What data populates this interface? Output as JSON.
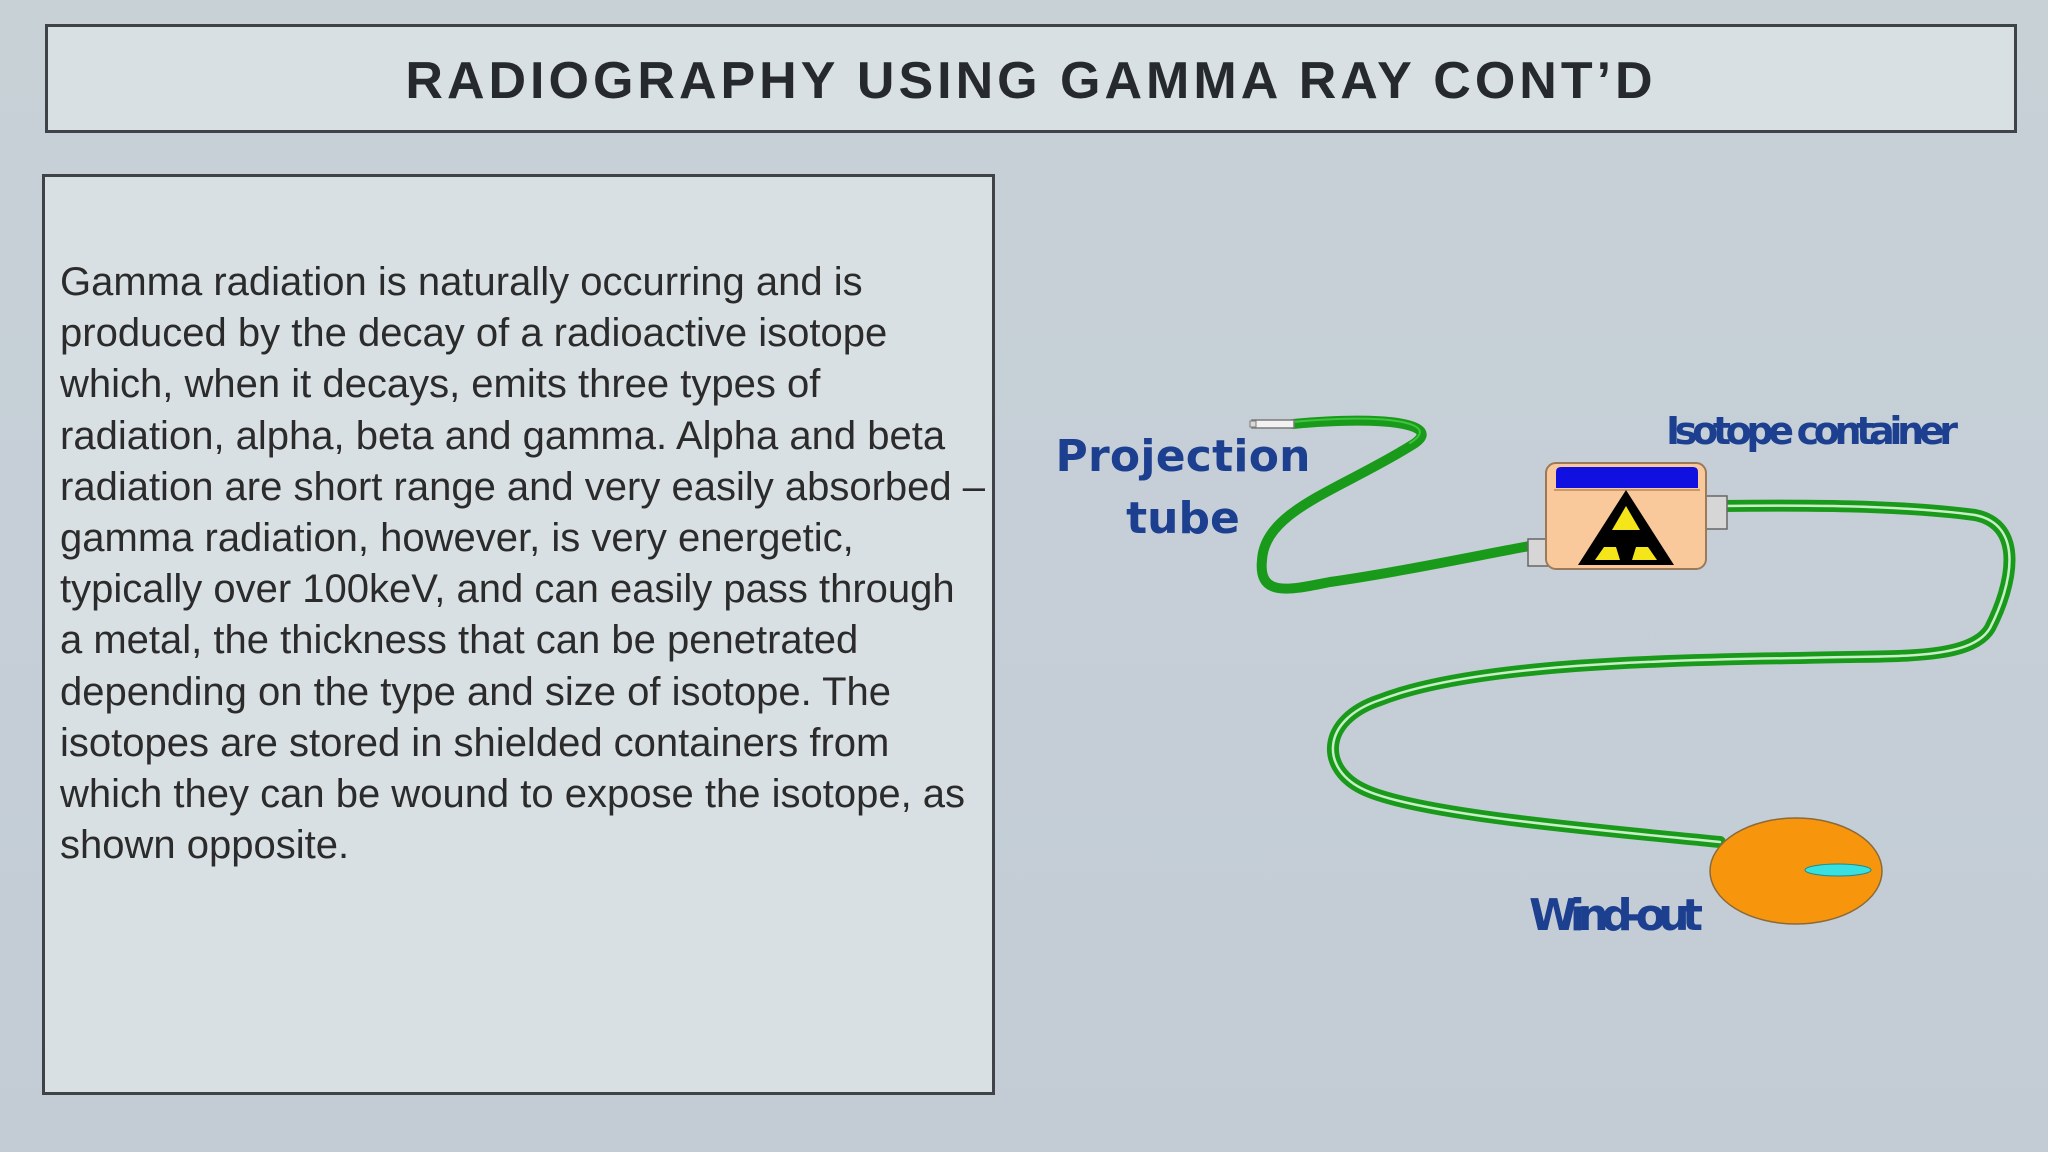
{
  "slide": {
    "title": "RADIOGRAPHY USING GAMMA RAY CONT’D",
    "body": "Gamma radiation is naturally occurring and is produced by the decay of a radioactive isotope which, when it decays, emits three types of radiation, alpha, beta and gamma. Alpha and beta radiation are short range and very easily absorbed – gamma radiation, however, is very energetic, typically over 100keV, and can easily pass through a metal, the thickness that can be penetrated depending on the type and size of isotope. The isotopes are stored in shielded containers from which they can be wound to expose the isotope, as shown opposite."
  },
  "diagram": {
    "labels": {
      "projection_line1": "Projection",
      "projection_line2": "tube",
      "isotope_container": "Isotope container",
      "wind_out": "Wind-out"
    },
    "icons": {
      "container": "radiation-container-icon",
      "hazard": "radiation-hazard-icon",
      "wind_out": "wind-out-crank-icon"
    },
    "colors": {
      "tube": "#1a9a1a",
      "tube_highlight": "#3fc43f",
      "label": "#1d3f8f",
      "container_body": "#f9c99b",
      "container_lid": "#1010e0",
      "hazard_fill": "#f5e61a",
      "wind_out_fill": "#f7960c",
      "wind_out_slot": "#38e0e0"
    }
  }
}
